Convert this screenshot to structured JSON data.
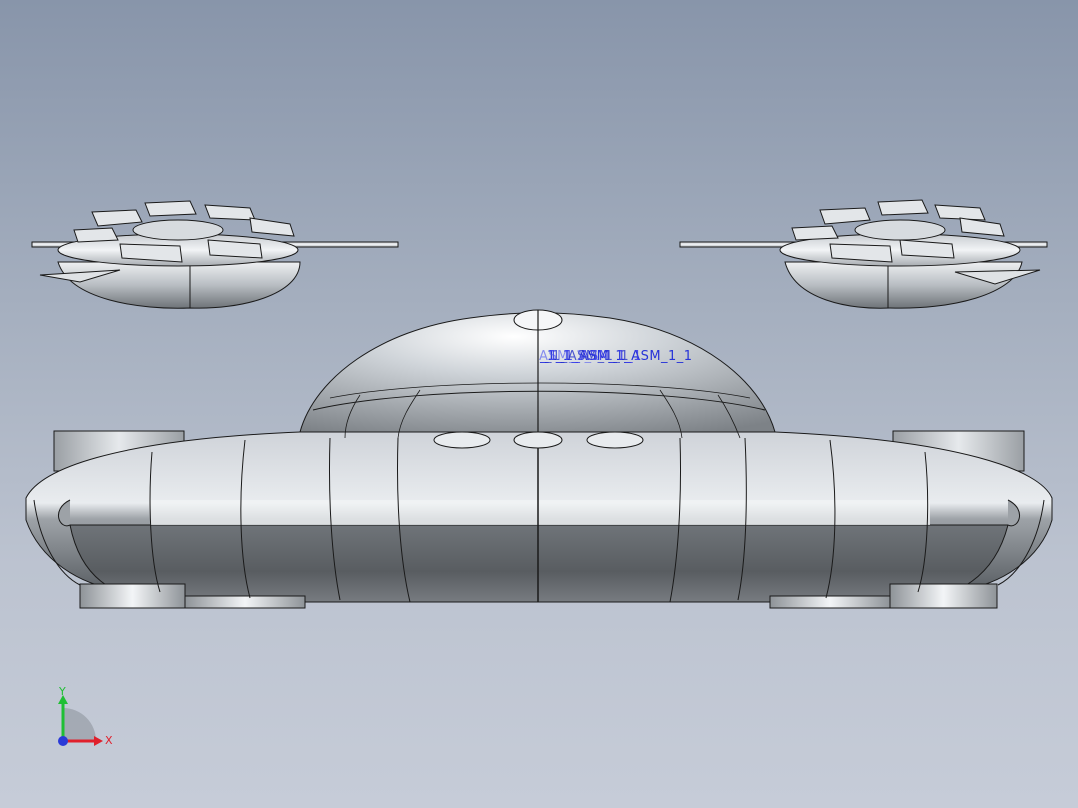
{
  "viewport": {
    "background_top": "#8895aa",
    "background_bottom": "#c6ccd8"
  },
  "model": {
    "annotation_labels": [
      "_1_1_ASM_1_ASM_1_1",
      "_1_1_ASM_1_1",
      "_1_ASM_1_1",
      "ASM_1_1"
    ],
    "edge_color": "#1a1a1a",
    "surface_color": "#c8ccd2"
  },
  "triad": {
    "x_label": "X",
    "y_label": "Y",
    "x_color": "#e0202c",
    "y_color": "#1fbf34",
    "z_color": "#2a3ad8"
  }
}
